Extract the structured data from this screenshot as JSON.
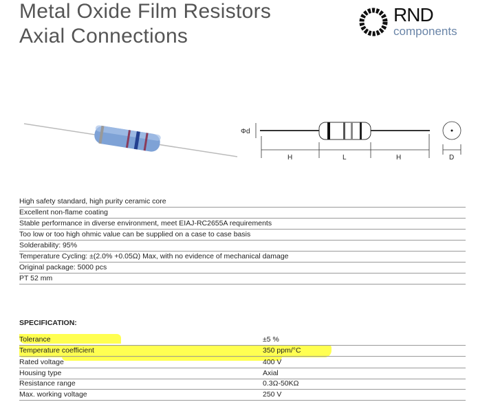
{
  "header": {
    "title_line1": "Metal Oxide Film Resistors",
    "title_line2": "Axial Connections",
    "logo_brand": "RND",
    "logo_sub": "components"
  },
  "diagram": {
    "labels": {
      "diameter": "Φd",
      "lead_length": "H",
      "body_length": "L",
      "body_diameter": "D"
    }
  },
  "features": [
    "High safety standard, high purity ceramic core",
    "Excellent non-flame coating",
    "Stable performance in diverse environment, meet EIAJ-RC2655A requirements",
    "Too low or too high ohmic value can be supplied on a case to case basis",
    "Solderability: 95%",
    "Temperature Cycling: ±(2.0% +0.05Ω) Max, with no evidence of mechanical damage",
    "Original package: 5000 pcs",
    "PT 52 mm"
  ],
  "specification": {
    "title": "SPECIFICATION:",
    "rows": [
      {
        "label": "Tolerance",
        "value": "±5 %"
      },
      {
        "label": "Temperature coefficient",
        "value": "350 ppm/°C"
      },
      {
        "label": "Rated voltage",
        "value": "400 V"
      },
      {
        "label": "Housing type",
        "value": "Axial"
      },
      {
        "label": "Resistance range",
        "value": "0.3Ω-50KΩ"
      },
      {
        "label": "Max. working voltage",
        "value": "250 V"
      }
    ]
  },
  "highlight_color": "#ffff33"
}
